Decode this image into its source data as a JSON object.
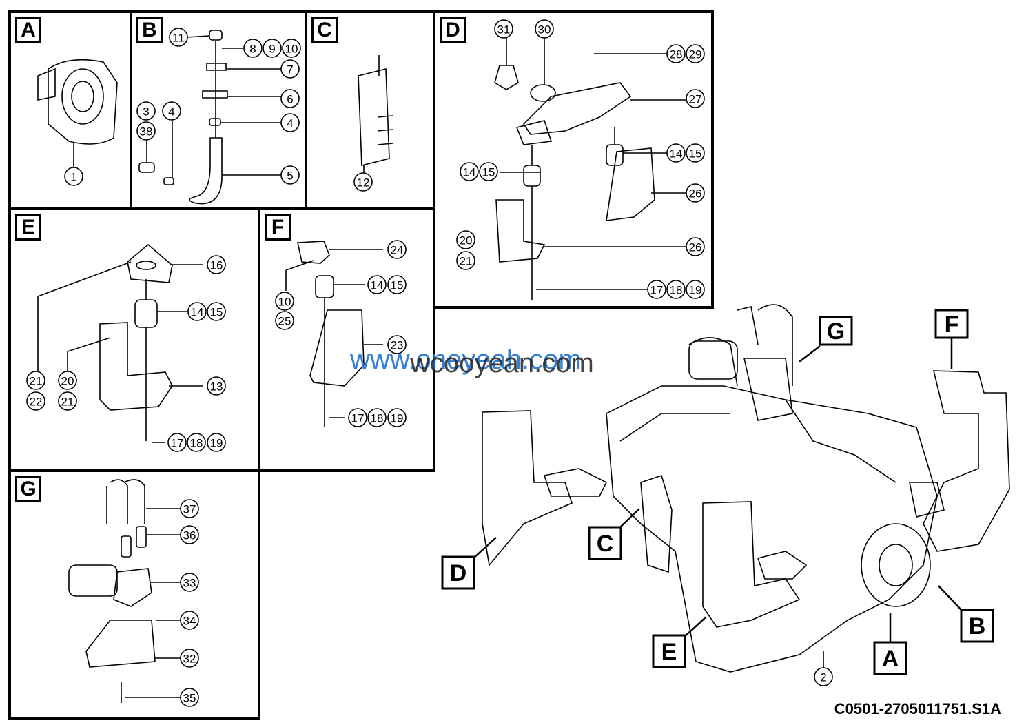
{
  "panels": {
    "A": {
      "label": "A",
      "callouts": [
        "1"
      ]
    },
    "B": {
      "label": "B",
      "callouts": [
        "11",
        "8",
        "9",
        "10",
        "7",
        "6",
        "3",
        "38",
        "4",
        "4",
        "5"
      ]
    },
    "C": {
      "label": "C",
      "callouts": [
        "12"
      ]
    },
    "D": {
      "label": "D",
      "callouts": [
        "31",
        "30",
        "28",
        "29",
        "27",
        "14",
        "15",
        "14",
        "15",
        "26",
        "20",
        "21",
        "26",
        "17",
        "18",
        "19"
      ]
    },
    "E": {
      "label": "E",
      "callouts": [
        "16",
        "14",
        "15",
        "21",
        "22",
        "20",
        "21",
        "13",
        "17",
        "18",
        "19"
      ]
    },
    "F": {
      "label": "F",
      "callouts": [
        "24",
        "10",
        "25",
        "14",
        "15",
        "23",
        "17",
        "18",
        "19"
      ]
    },
    "G": {
      "label": "G",
      "callouts": [
        "37",
        "36",
        "33",
        "34",
        "32",
        "35"
      ]
    }
  },
  "overview": {
    "labels": [
      "G",
      "F",
      "C",
      "D",
      "E",
      "A",
      "B"
    ],
    "callout": "2"
  },
  "watermark": {
    "text1": "www.oneyeah.com",
    "text2": "wcooyean.com"
  },
  "drawing_code": "C0501-2705011751.S1A"
}
